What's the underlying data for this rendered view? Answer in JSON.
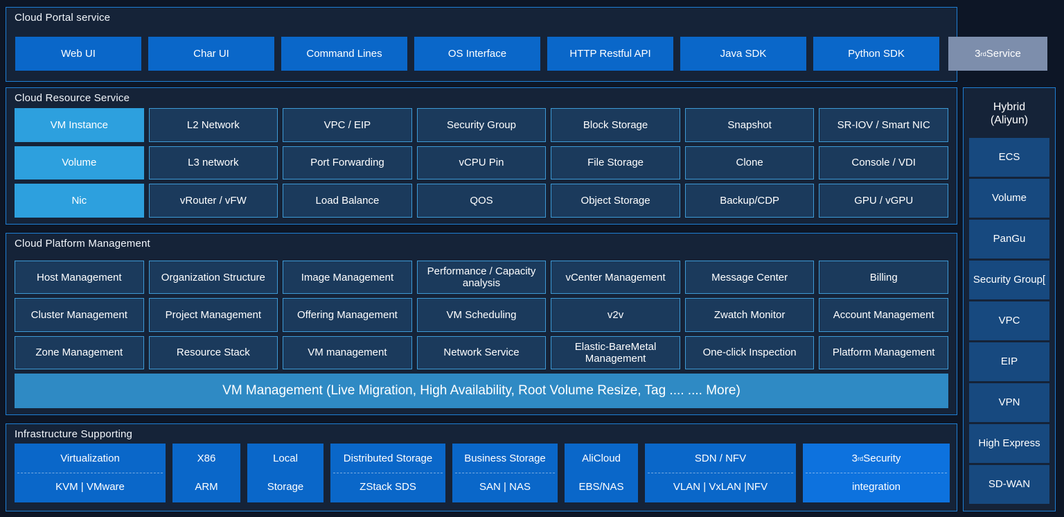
{
  "colors": {
    "page_background": "#0d1626",
    "panel_background": "#152338",
    "panel_border": "#1f7fd4",
    "button_blue": "#0a67c9",
    "cell_dark": "#1b3a5c",
    "cell_border": "#3d9ad6",
    "highlight_blue": "#2da0de",
    "banner_blue": "#2f8ac4",
    "third_party_grey": "#7d8eac",
    "sidebar_cell": "#17497f"
  },
  "portal": {
    "title": "Cloud Portal service",
    "items": [
      {
        "label": "Web UI",
        "style": "solid"
      },
      {
        "label": "Char UI",
        "style": "solid"
      },
      {
        "label": "Command Lines",
        "style": "solid"
      },
      {
        "label": "OS Interface",
        "style": "solid"
      },
      {
        "label": "HTTP Restful API",
        "style": "solid"
      },
      {
        "label": "Java SDK",
        "style": "solid"
      },
      {
        "label": "Python SDK",
        "style": "solid"
      },
      {
        "label": "3rd Service",
        "label_prefix": "3",
        "label_sup": "rd",
        "label_rest": " Service",
        "style": "grey"
      }
    ]
  },
  "resource": {
    "title": "Cloud Resource Service",
    "columns": [
      {
        "highlight": true,
        "cells": [
          "VM Instance",
          "Volume",
          "Nic"
        ]
      },
      {
        "highlight": false,
        "cells": [
          "L2 Network",
          "L3 network",
          "vRouter / vFW"
        ]
      },
      {
        "highlight": false,
        "cells": [
          "VPC / EIP",
          "Port Forwarding",
          "Load Balance"
        ]
      },
      {
        "highlight": false,
        "cells": [
          "Security Group",
          "vCPU Pin",
          "QOS"
        ]
      },
      {
        "highlight": false,
        "cells": [
          "Block Storage",
          "File Storage",
          "Object Storage"
        ]
      },
      {
        "highlight": false,
        "cells": [
          "Snapshot",
          "Clone",
          "Backup/CDP"
        ]
      },
      {
        "highlight": false,
        "cells": [
          "SR-IOV / Smart NIC",
          "Console / VDI",
          "GPU / vGPU"
        ]
      }
    ]
  },
  "platform": {
    "title": "Cloud Platform Management",
    "columns": [
      {
        "cells": [
          "Host Management",
          "Cluster Management",
          "Zone Management"
        ]
      },
      {
        "cells": [
          "Organization Structure",
          "Project Management",
          "Resource Stack"
        ]
      },
      {
        "cells": [
          "Image Management",
          "Offering Management",
          "VM management"
        ]
      },
      {
        "cells": [
          "Performance / Capacity analysis",
          "VM Scheduling",
          "Network Service"
        ]
      },
      {
        "cells": [
          "vCenter Management",
          "v2v",
          "Elastic-BareMetal Management"
        ]
      },
      {
        "cells": [
          "Message Center",
          "Zwatch Monitor",
          "One-click Inspection"
        ]
      },
      {
        "cells": [
          "Billing",
          "Account Management",
          "Platform Management"
        ]
      }
    ],
    "banner": "VM Management (Live Migration, High Availability, Root Volume Resize, Tag .... .... More)"
  },
  "infrastructure": {
    "title": "Infrastructure Supporting",
    "items": [
      {
        "top": "Virtualization",
        "bottom": "KVM | VMware",
        "divider": true,
        "style": "solid"
      },
      {
        "top": "X86",
        "bottom": "ARM",
        "divider": false,
        "style": "solid"
      },
      {
        "top": "Local",
        "bottom": "Storage",
        "divider": false,
        "style": "solid"
      },
      {
        "top": "Distributed Storage",
        "bottom": "ZStack SDS",
        "divider": true,
        "style": "solid"
      },
      {
        "top": "Business Storage",
        "bottom": "SAN | NAS",
        "divider": true,
        "style": "solid"
      },
      {
        "top": "AliCloud",
        "bottom": "EBS/NAS",
        "divider": false,
        "style": "solid"
      },
      {
        "top": "SDN / NFV",
        "bottom": "VLAN | VxLAN |NFV",
        "divider": true,
        "style": "solid"
      },
      {
        "top": "3rd Security",
        "bottom": "integration",
        "divider": true,
        "style": "solid-bright",
        "top_prefix": "3",
        "top_sup": "rd",
        "top_rest": " Security"
      }
    ]
  },
  "sidebar": {
    "title": "Hybrid (Aliyun)",
    "title_line1": "Hybrid",
    "title_line2": "(Aliyun)",
    "items": [
      {
        "label": "ECS"
      },
      {
        "label": "Volume"
      },
      {
        "label": "PanGu"
      },
      {
        "label": "Security Group["
      },
      {
        "label": "VPC"
      },
      {
        "label": "EIP"
      },
      {
        "label": "VPN"
      },
      {
        "label": "High Express"
      },
      {
        "label": "SD-WAN"
      }
    ]
  }
}
